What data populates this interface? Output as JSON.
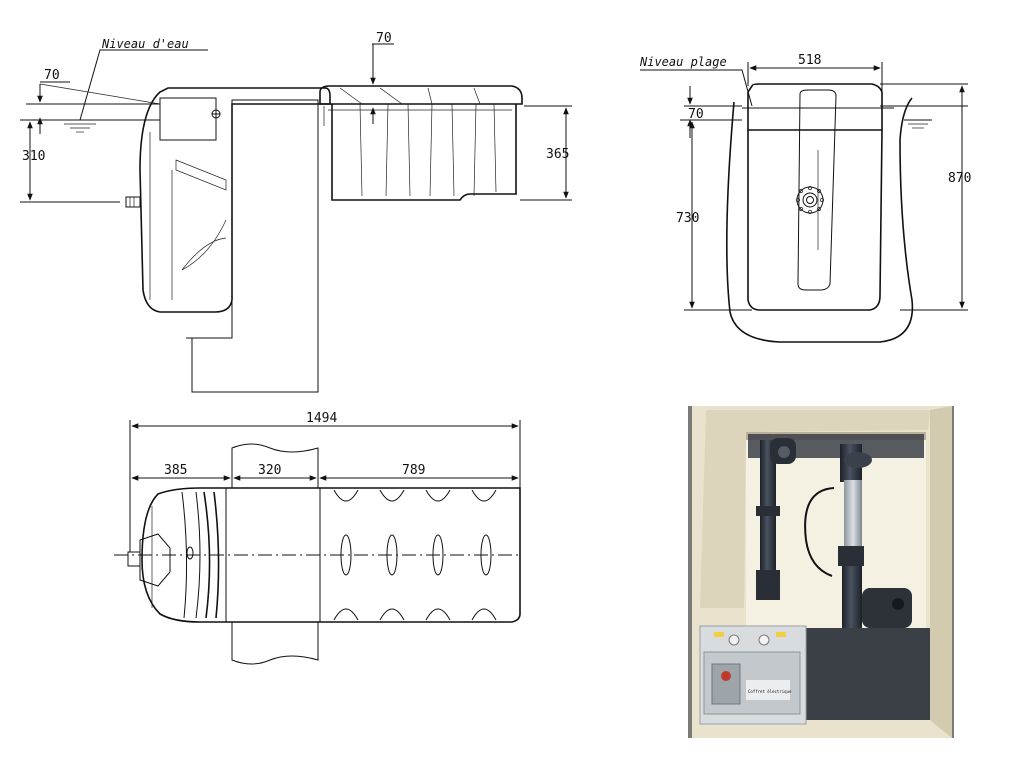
{
  "side_view": {
    "water_level_label": "Niveau d'eau",
    "dim_70_left": "70",
    "dim_310": "310",
    "dim_70_top": "70",
    "dim_365": "365"
  },
  "front_view": {
    "beach_level_label": "Niveau plage",
    "dim_518": "518",
    "dim_70": "70",
    "dim_730": "730",
    "dim_870": "870"
  },
  "top_view": {
    "dim_1494": "1494",
    "dim_385": "385",
    "dim_320": "320",
    "dim_789": "789"
  },
  "photo": {
    "panel_text": "Coffret électrique"
  },
  "colors": {
    "line": "#111111",
    "photo_tank": "#e9e3cd",
    "photo_floor": "#7a7a78",
    "photo_pipe": "#2f3540",
    "photo_box": "#3b3f46"
  }
}
